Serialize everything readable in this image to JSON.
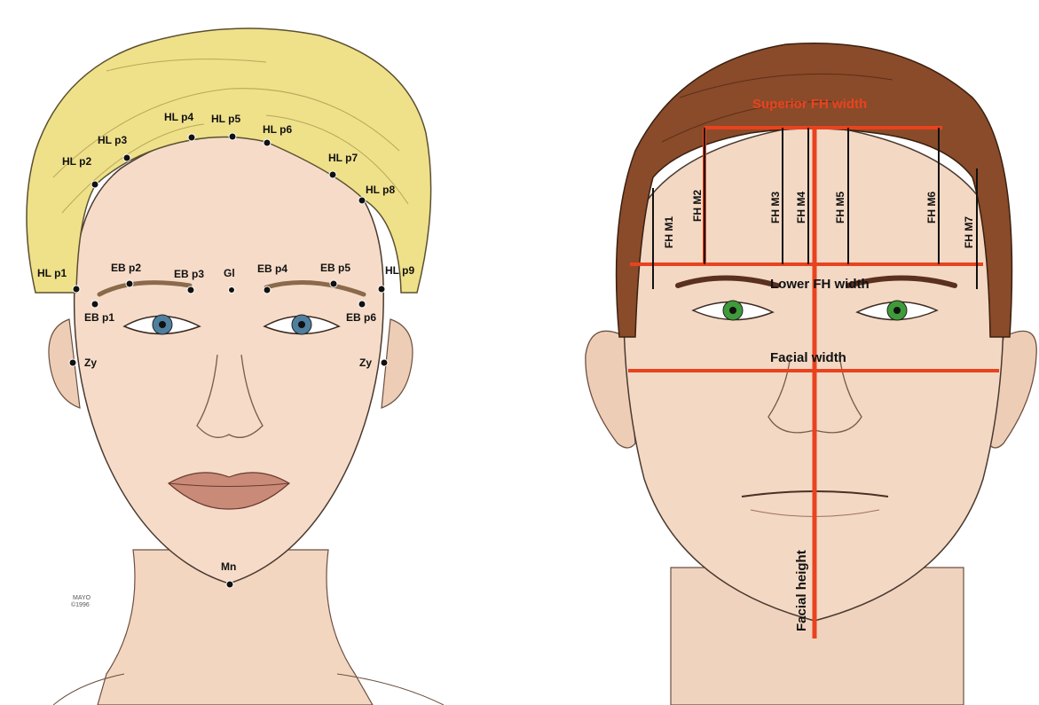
{
  "left_illustration": {
    "landmarks": {
      "hl_p1": "HL p1",
      "hl_p2": "HL p2",
      "hl_p3": "HL p3",
      "hl_p4": "HL p4",
      "hl_p5": "HL p5",
      "hl_p6": "HL p6",
      "hl_p7": "HL p7",
      "hl_p8": "HL p8",
      "hl_p9": "HL p9",
      "eb_p1": "EB p1",
      "eb_p2": "EB p2",
      "eb_p3": "EB p3",
      "eb_p4": "EB p4",
      "eb_p5": "EB p5",
      "eb_p6": "EB p6",
      "gl": "Gl",
      "zy_left": "Zy",
      "zy_right": "Zy",
      "mn": "Mn"
    },
    "copyright_line1": "MAYO",
    "copyright_line2": "©1996",
    "colors": {
      "hair": "#efe08a",
      "skin": "#f6dcc8",
      "lips": "#c98a78",
      "iris": "#4f7f9f"
    }
  },
  "right_illustration": {
    "measurements": {
      "superior_fh_width": "Superior FH width",
      "lower_fh_width": "Lower FH width",
      "facial_width": "Facial width",
      "facial_height": "Facial height",
      "fh_m1": "FH M1",
      "fh_m2": "FH M2",
      "fh_m3": "FH M3",
      "fh_m4": "FH M4",
      "fh_m5": "FH M5",
      "fh_m6": "FH M6",
      "fh_m7": "FH M7"
    },
    "colors": {
      "hair": "#8a4b2a",
      "skin": "#f3d8c4",
      "iris": "#3f9a3a",
      "measure_line": "#e8431f"
    }
  }
}
